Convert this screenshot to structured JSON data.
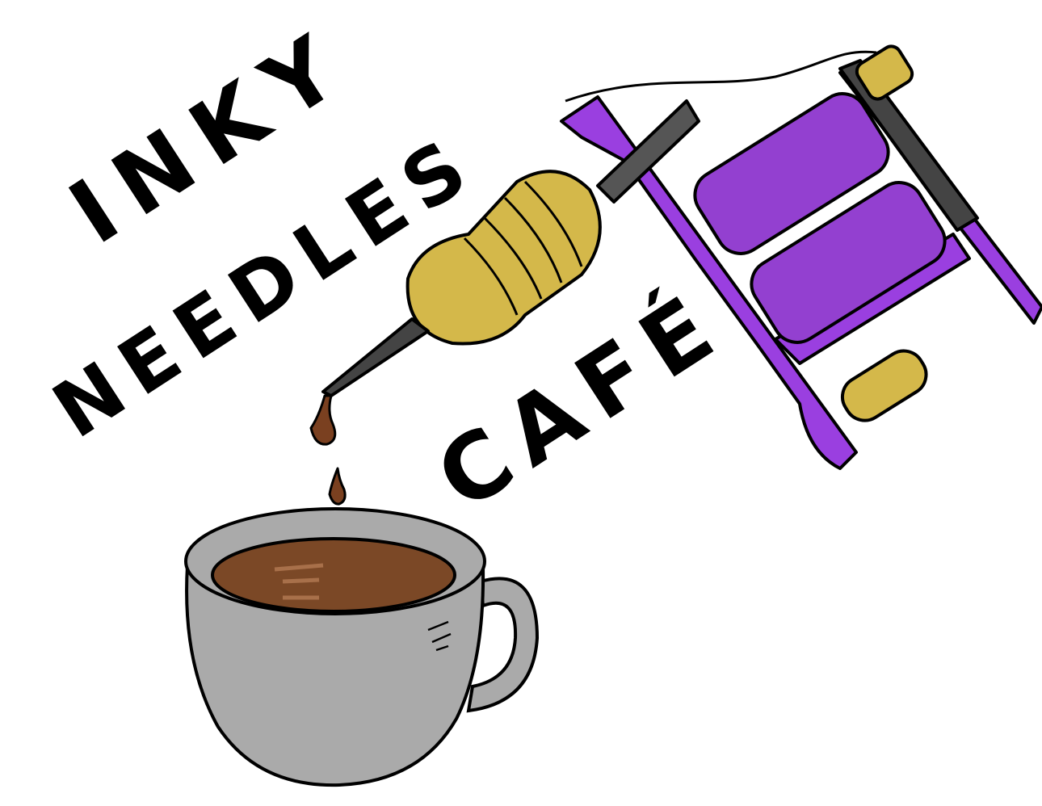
{
  "logo": {
    "words": [
      "INKY",
      "NEEDLES",
      "CAFÉ"
    ],
    "colors": {
      "ink": "#000000",
      "machine_frame": "#9a3fe0",
      "coil": "#9340d0",
      "grip": "#d4b84a",
      "tube": "#555555",
      "cup": "#aaaaaa",
      "coffee": "#7b4826",
      "drip": "#7a4020"
    }
  }
}
